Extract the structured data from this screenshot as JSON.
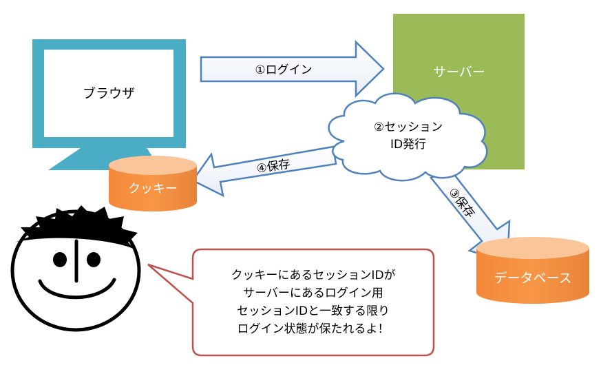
{
  "browser": {
    "label": "ブラウザ"
  },
  "server": {
    "label": "サーバー"
  },
  "cookie": {
    "label": "クッキー"
  },
  "database": {
    "label": "データベース"
  },
  "steps": {
    "login": "①ログイン",
    "session_line1": "②セッション",
    "session_line2": "ID発行",
    "save_db": "③保存",
    "save_cookie": "④保存"
  },
  "speech": {
    "lines": [
      "クッキーにあるセッションIDが",
      "サーバーにあるログイン用",
      "セッションIDと一致する限り",
      "ログイン状態が保たれるよ！"
    ]
  },
  "colors": {
    "monitor_frame": "#4bacc6",
    "server_fill": "#9bbb59",
    "cylinder_fill": "#f79646",
    "arrow_outline": "#4f81bd",
    "bubble_outline": "#c0504d"
  }
}
